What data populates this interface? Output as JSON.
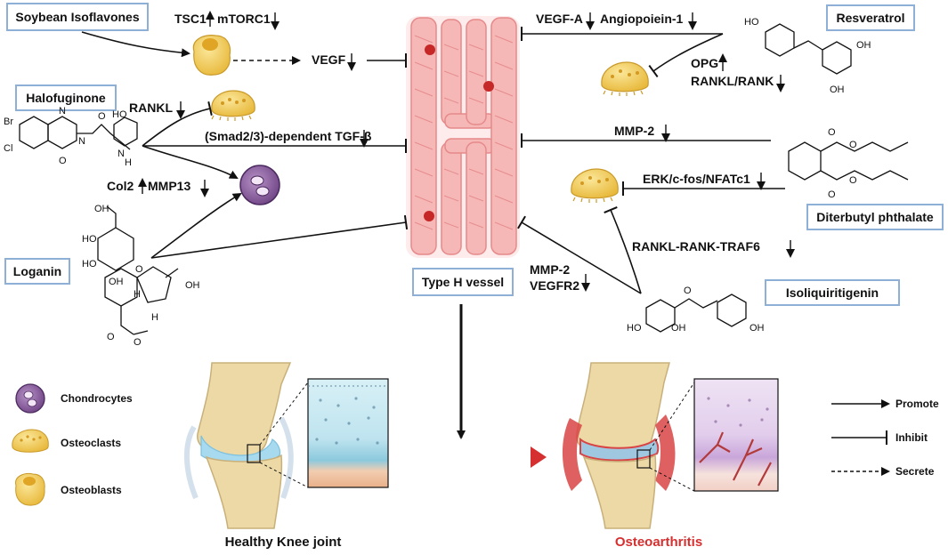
{
  "compounds": {
    "soybean": "Soybean Isoflavones",
    "halofuginone": "Halofuginone",
    "loganin": "Loganin",
    "resveratrol": "Resveratrol",
    "diterbutyl": "Diterbutyl phthalate",
    "isoliquiritigenin": "Isoliquiritigenin"
  },
  "labels": {
    "tsc1": "TSC1",
    "mtorc1": "mTORC1",
    "vegf": "VEGF",
    "rankl": "RANKL",
    "smad": "(Smad2/3)-dependent TGF-β",
    "col2": "Col2",
    "mmp13": "MMP13",
    "vegfa": "VEGF-A",
    "angiopoietin": "Angiopoiein-1",
    "opg": "OPG",
    "ranklrank": "RANKL/RANK",
    "mmp2_right": "MMP-2",
    "erk": "ERK/c-fos/NFATc1",
    "traf6": "RANKL-RANK-TRAF6",
    "mmp2_bottom": "MMP-2",
    "vegfr2": "VEGFR2",
    "type_h": "Type H vessel"
  },
  "legend": {
    "chondrocytes": "Chondrocytes",
    "osteoclasts": "Osteoclasts",
    "osteoblasts": "Osteoblasts",
    "promote": "Promote",
    "inhibit": "Inhibit",
    "secrete": "Secrete"
  },
  "bottom": {
    "healthy": "Healthy Knee joint",
    "oa": "Osteoarthritis"
  },
  "chem_atoms": {
    "br": "Br",
    "cl": "Cl",
    "n": "N",
    "o": "O",
    "h": "H",
    "ho": "HO",
    "oh": "OH",
    "nh": "N"
  },
  "colors": {
    "box_border": "#8fb0d6",
    "vessel": "#f4a6a6",
    "red": "#d62f2f",
    "osteoclast": "#f2cf5b",
    "chondrocyte": "#8d5e9f"
  }
}
